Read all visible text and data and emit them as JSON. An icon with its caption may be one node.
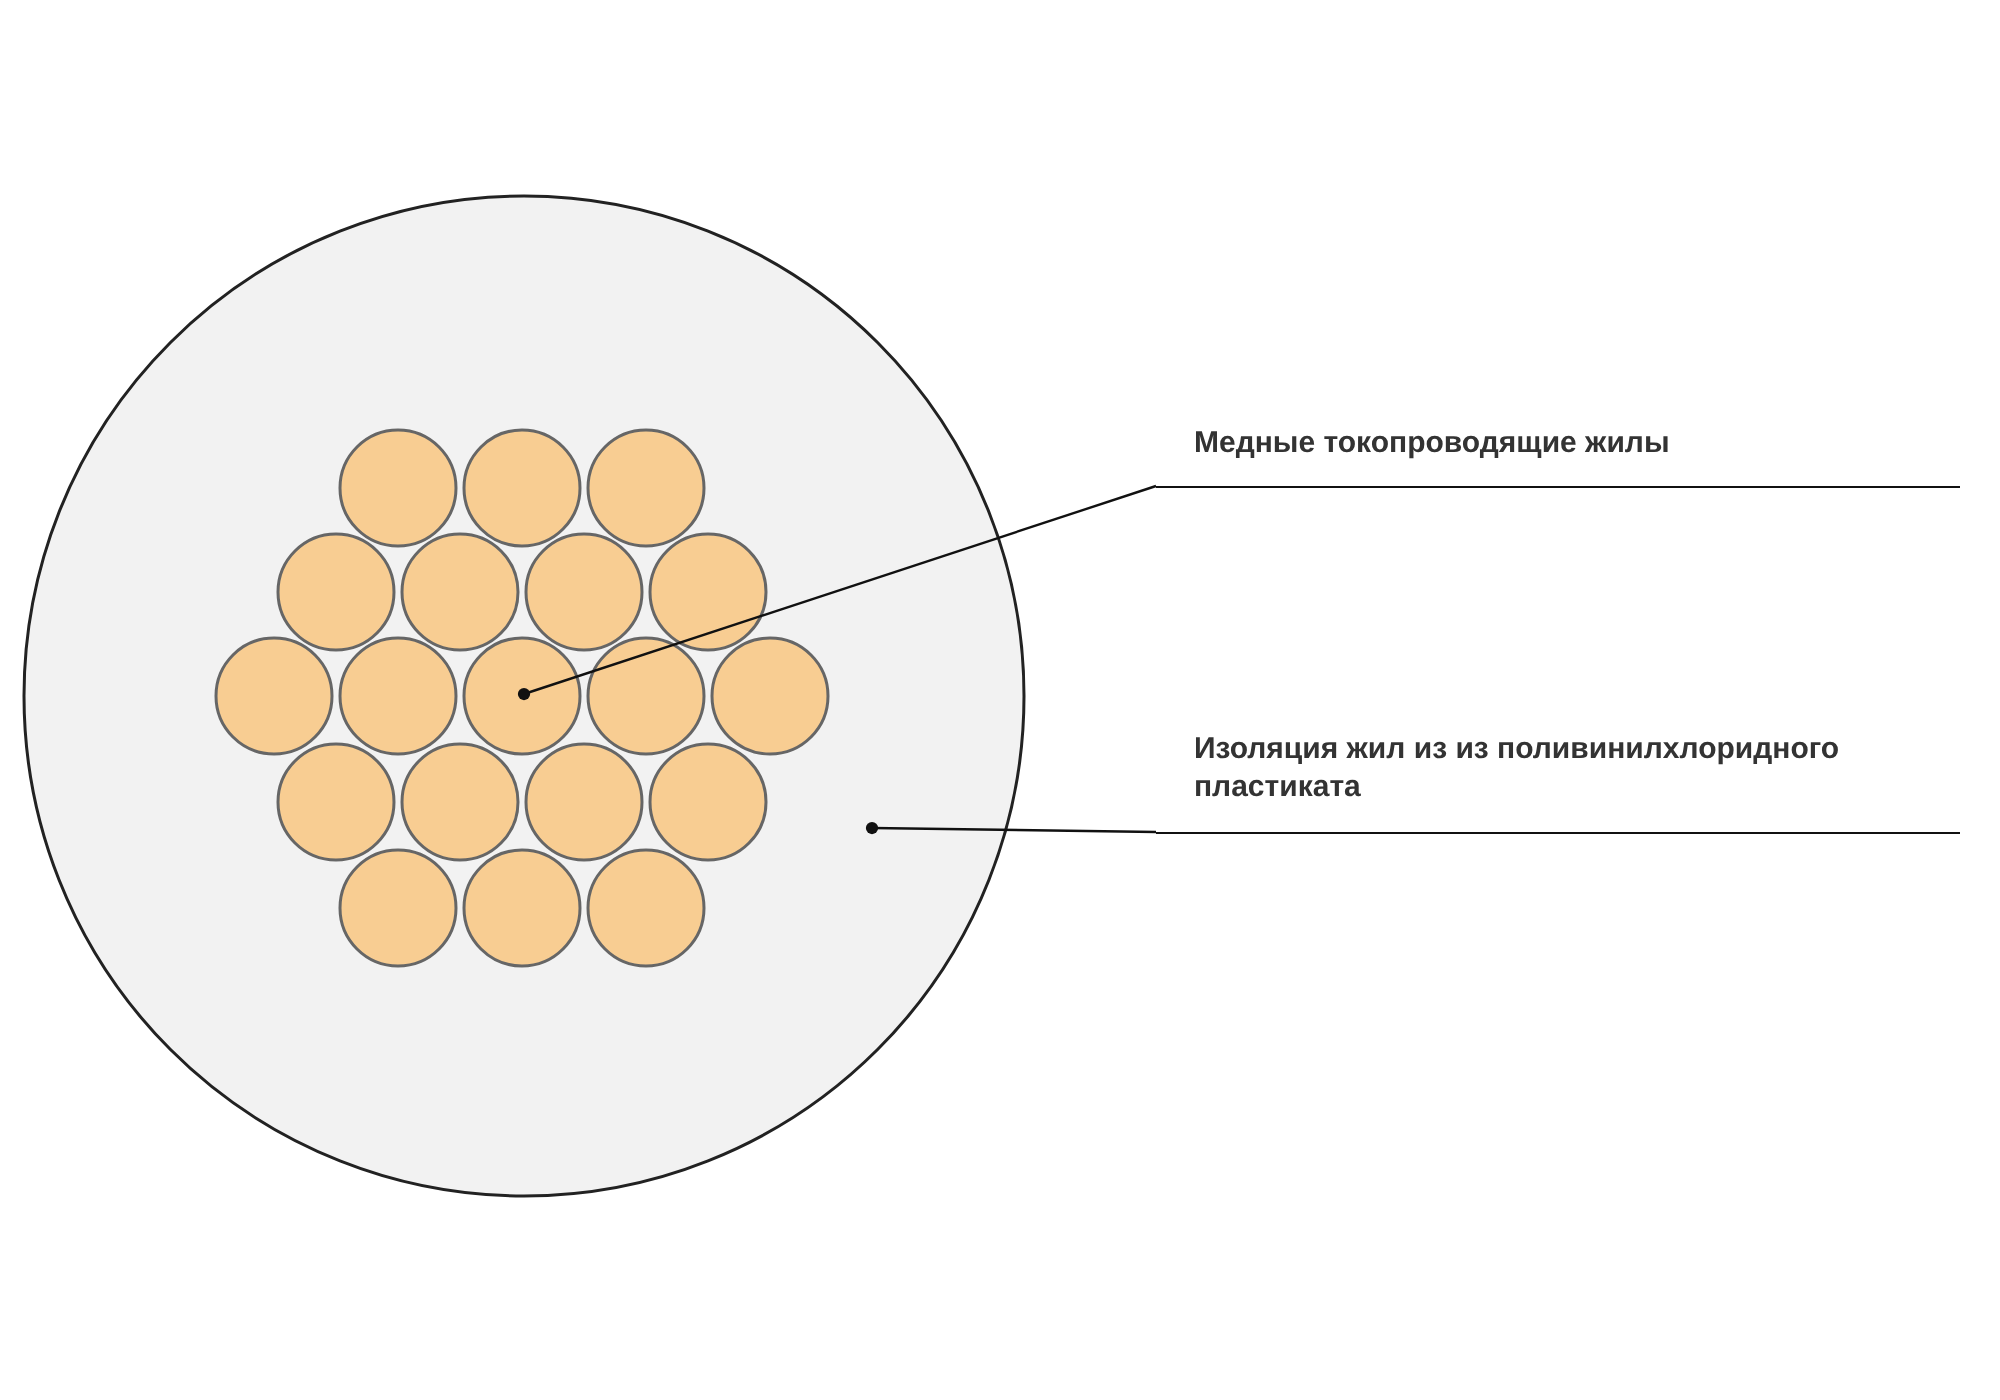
{
  "diagram": {
    "nodes": [
      {
        "text": [],
        "shape": "circle"
      },
      {
        "text": [],
        "shape": "circle",
        "in": 0
      },
      {
        "text": [
          "Медные токопроводящие жилы"
        ]
      },
      {
        "text": [
          "Изоляция жил из из поливинилхлоридного пластиката"
        ]
      }
    ],
    "edges": [
      {
        "from": 2,
        "to": 1,
        "arrow": "other"
      },
      {
        "from": 3,
        "to": 0,
        "arrow": "other"
      }
    ]
  }
}
